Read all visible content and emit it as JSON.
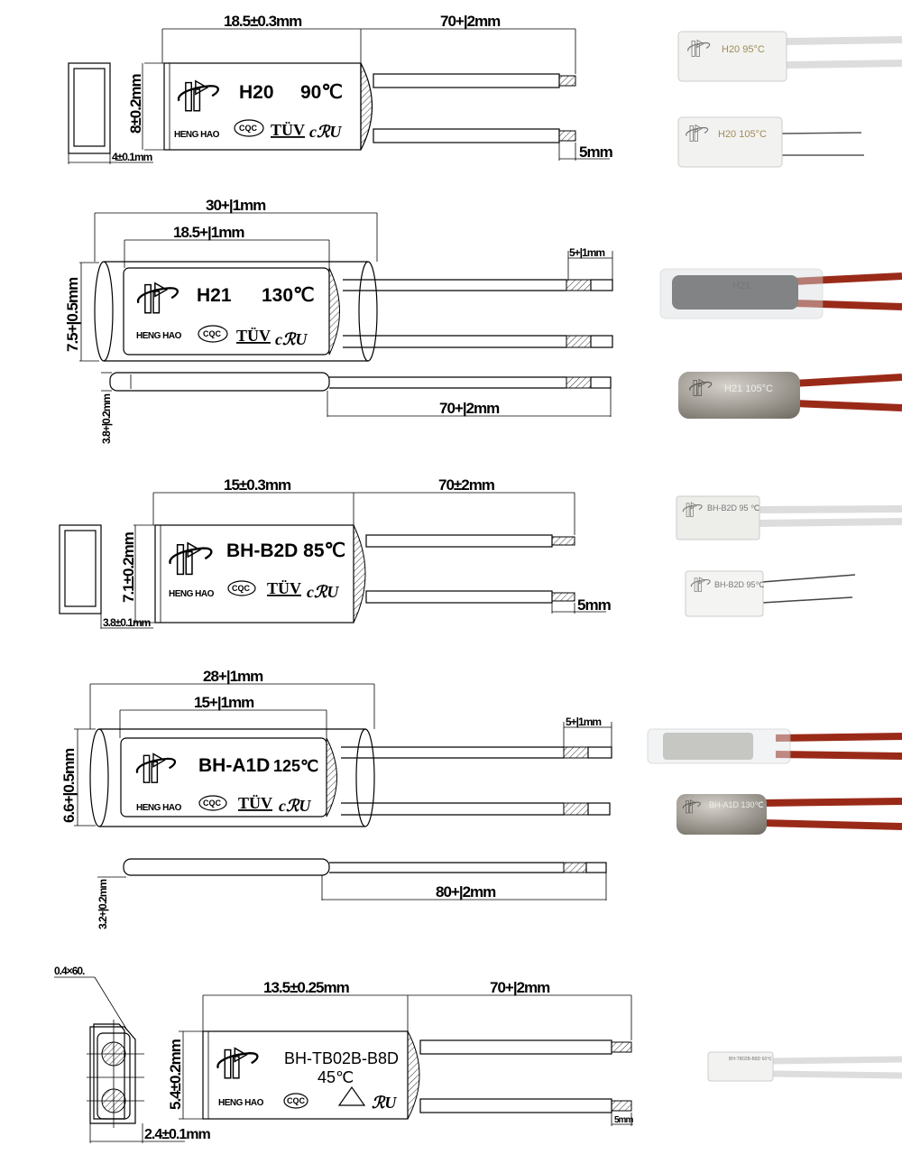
{
  "brand": "HENG HAO",
  "certs": {
    "cqc": "CQC",
    "tuv": "TÜV",
    "ur": "cℛU",
    "ur_small": "ℛU"
  },
  "drawings": [
    {
      "model": "H20",
      "temp": "90℃",
      "body_length": "18.5±0.3mm",
      "lead_length": "70+|2mm",
      "height": "8±0.2mm",
      "thickness": "4±0.1mm",
      "strip": "5mm"
    },
    {
      "model": "H21",
      "temp": "130℃",
      "sleeve_length": "30+|1mm",
      "body_length": "18.5+|1mm",
      "height": "7.5+|0.5mm",
      "terminal": "5+|1mm",
      "lead_length": "70+|2mm",
      "thickness": "3.8+|0.2mm"
    },
    {
      "model": "BH-B2D 85℃",
      "body_length": "15±0.3mm",
      "lead_length": "70±2mm",
      "height": "7.1±0.2mm",
      "thickness": "3.8±0.1mm",
      "strip": "5mm"
    },
    {
      "model": "BH-A1D",
      "temp": "125℃",
      "sleeve_length": "28+|1mm",
      "body_length": "15+|1mm",
      "height": "6.6+|0.5mm",
      "terminal": "5+|1mm",
      "lead_length": "80+|2mm",
      "thickness": "3.2+|0.2mm"
    },
    {
      "model": "BH-TB02B-B8D",
      "temp": "45℃",
      "chamfer": "0.4×60.",
      "body_length": "13.5±0.25mm",
      "lead_length": "70+|2mm",
      "height": "5.4±0.2mm",
      "thickness": "2.4±0.1mm",
      "strip": "5mm"
    }
  ],
  "photos": [
    {
      "label": "H20  95°C"
    },
    {
      "label": "H20  105°C"
    },
    {
      "label": "H21"
    },
    {
      "label": "H21  105°C"
    },
    {
      "label": "BH-B2D 95 ℃"
    },
    {
      "label": "BH-B2D 95℃"
    },
    {
      "label": ""
    },
    {
      "label": "BH-A1D 130℃"
    },
    {
      "label": "BH-TB02B-B8D 60℃"
    }
  ],
  "colors": {
    "red_wire": "#9a2a18",
    "white_body": "#f1f1ee",
    "metal": "#a9a49c"
  }
}
